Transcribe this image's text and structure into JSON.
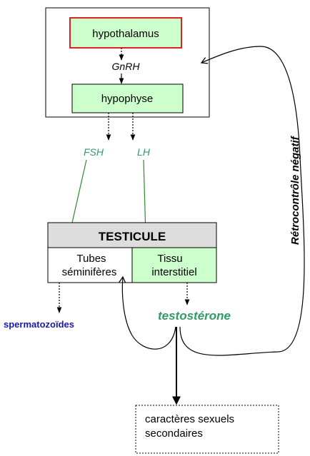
{
  "nodes": {
    "hypothalamus": "hypothalamus",
    "gnrh": "GnRH",
    "hypophyse": "hypophyse",
    "fsh": "FSH",
    "lh": "LH",
    "testicule": "TESTICULE",
    "tubes_line1": "Tubes",
    "tubes_line2": "séminifères",
    "tissu_line1": "Tissu",
    "tissu_line2": "interstitiel",
    "spermatozoides": "spermatozoïdes",
    "testosterone": "testostérone",
    "caracteres_line1": "caractères sexuels",
    "caracteres_line2": "secondaires",
    "retrocontrole": "Rétrocontrôle négatif"
  },
  "colors": {
    "box_fill": "#ccffcc",
    "hypothalamus_border": "#dd2222",
    "hormone_green": "#339966",
    "arrow_green": "#2e8b2e",
    "sperm_blue": "#1a1aa6",
    "testicule_header": "#dddddd"
  }
}
